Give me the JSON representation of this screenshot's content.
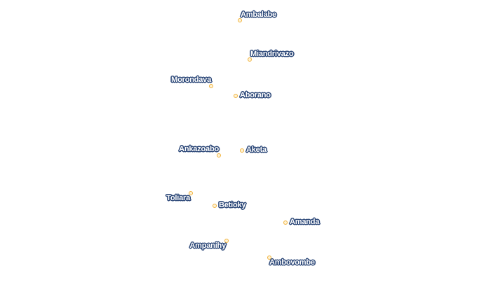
{
  "map": {
    "colors": {
      "marker_stroke": "#f0b23c",
      "marker_fill": "#fff3d6",
      "label_text": "#ffffff",
      "label_halo": "#2a4677",
      "background": "#ffffff"
    },
    "places": [
      {
        "id": "ambalabe",
        "name": "Ambalabe"
      },
      {
        "id": "miandrivazo",
        "name": "Miandrivazo"
      },
      {
        "id": "morondava",
        "name": "Morondava"
      },
      {
        "id": "aborano",
        "name": "Aborano"
      },
      {
        "id": "ankazoabo",
        "name": "Ankazoabo"
      },
      {
        "id": "aketa",
        "name": "Aketa"
      },
      {
        "id": "toliara",
        "name": "Toliara"
      },
      {
        "id": "betioky",
        "name": "Betioky"
      },
      {
        "id": "amanda",
        "name": "Amanda"
      },
      {
        "id": "ampanihy",
        "name": "Ampanihy"
      },
      {
        "id": "ambovombe",
        "name": "Ambovombe"
      }
    ]
  }
}
